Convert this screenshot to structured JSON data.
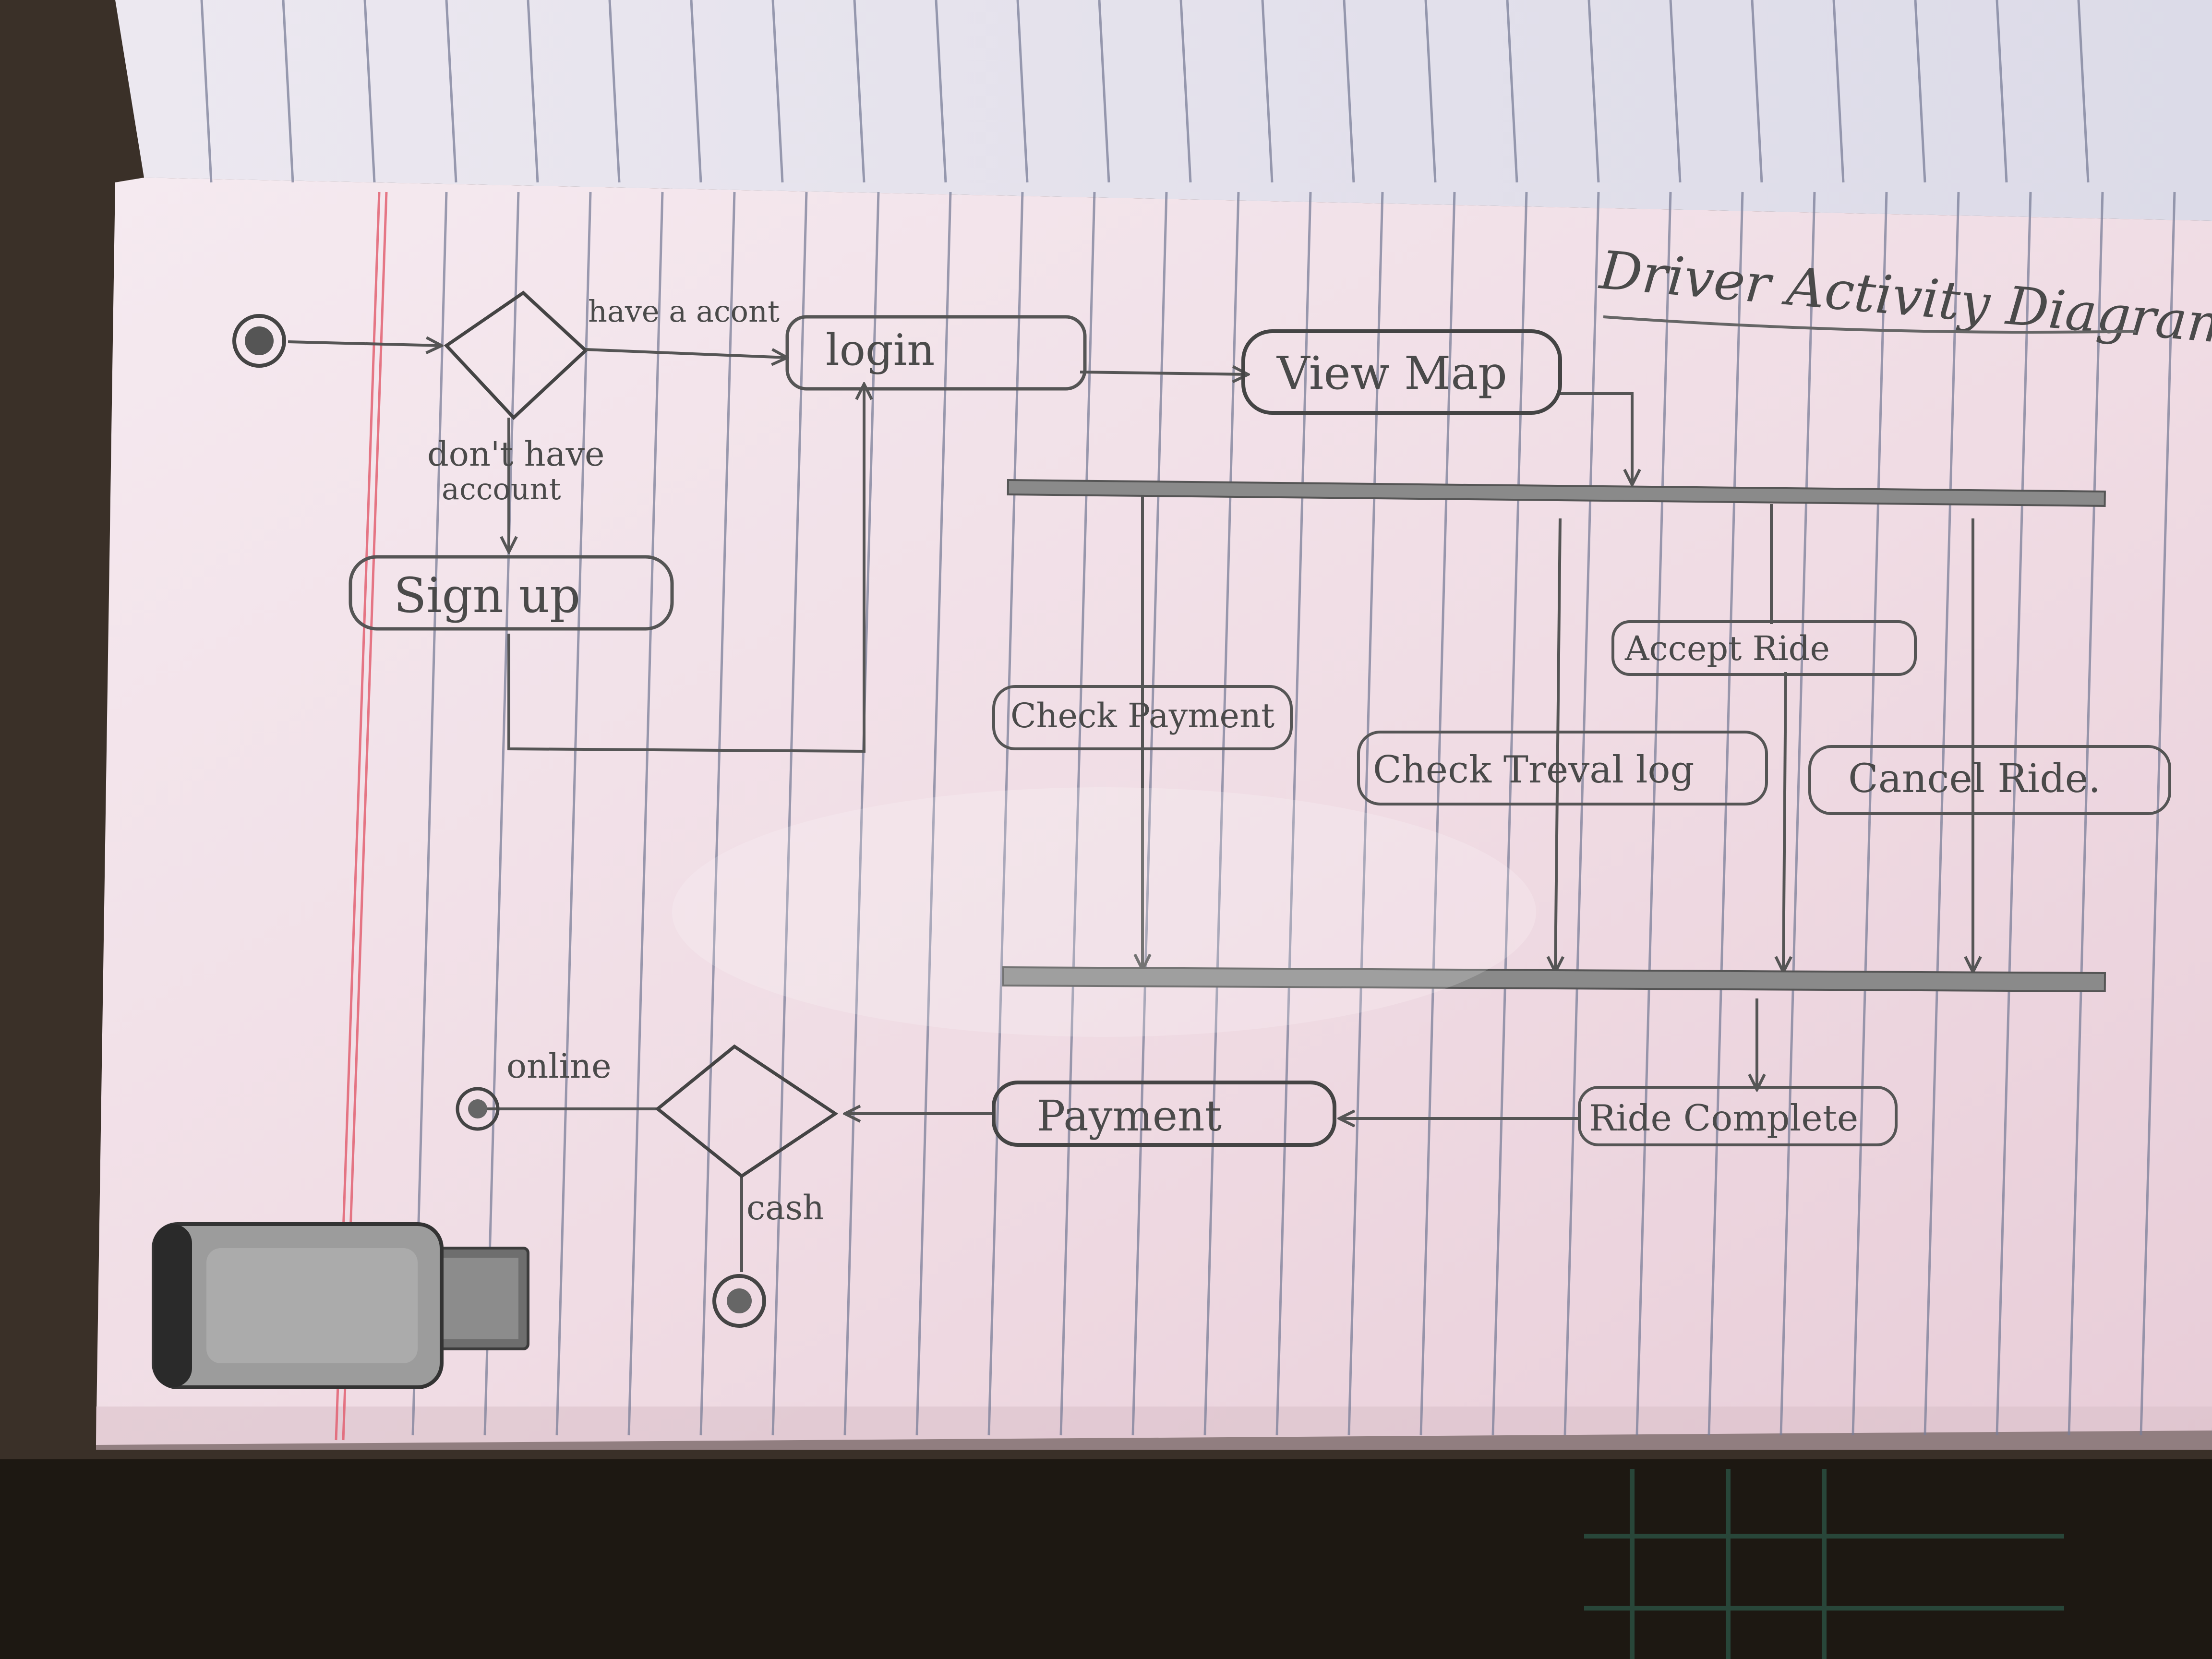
{
  "diagram": {
    "title": "Driver Activity Diagram",
    "nodes": {
      "login": "login",
      "view_map": "View Map",
      "sign_up": "Sign up",
      "check_payment": "Check Payment",
      "check_travel_log": "Check Treval log",
      "accept_ride": "Accept Ride",
      "cancel_ride": "Cancel Ride.",
      "ride_complete": "Ride Complete",
      "payment": "Payment"
    },
    "edge_labels": {
      "have_account": "have a acont",
      "dont_have_account_1": "don't have",
      "dont_have_account_2": "account",
      "online": "online",
      "cash": "cash"
    }
  },
  "colors": {
    "paper": "#f3e4ea",
    "top_page": "#e6e3ee",
    "rule_line": "#7b7f99",
    "margin_line": "#e25a6b",
    "pencil": "#555555",
    "desk": "#2f251d"
  },
  "props": {
    "usb_drive_icon": "usb-drive-icon"
  }
}
